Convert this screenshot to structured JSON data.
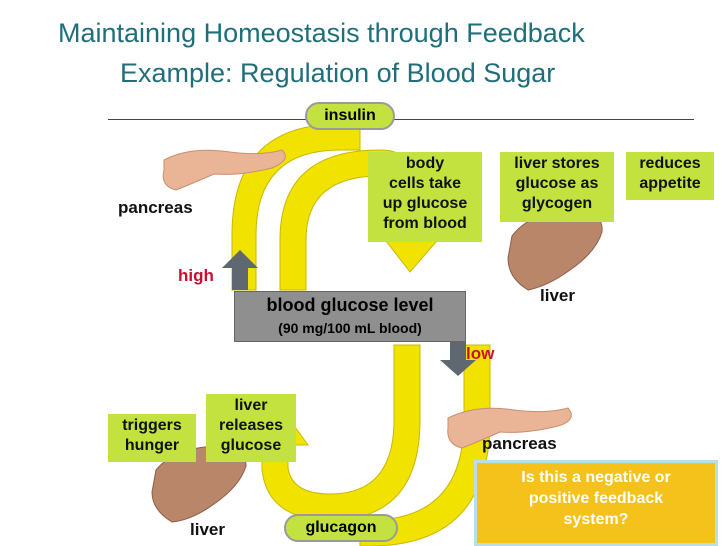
{
  "title": "Maintaining Homeostasis through Feedback",
  "subtitle": "Example: Regulation of Blood Sugar",
  "top_label": "insulin",
  "bottom_label": "glucagon",
  "center": {
    "main": "blood glucose level",
    "sub": "(90 mg/100 mL blood)"
  },
  "high_label": "high",
  "low_label": "low",
  "labels": {
    "pancreas_top": "pancreas",
    "pancreas_bottom": "pancreas",
    "liver_right": "liver",
    "liver_bottom": "liver"
  },
  "boxes": {
    "body_cells": [
      "body",
      "cells take",
      "up glucose",
      "from blood"
    ],
    "liver_stores": [
      "liver stores",
      "glucose as",
      "glycogen"
    ],
    "reduces": [
      "reduces",
      "appetite"
    ],
    "triggers": [
      "triggers",
      "hunger"
    ],
    "liver_releases": [
      "liver",
      "releases",
      "glucose"
    ]
  },
  "question": [
    "Is this a negative or",
    "positive feedback",
    "system?"
  ],
  "colors": {
    "title": "#1f6f7a",
    "arrow": "#f2e200",
    "box": "#c3e23f",
    "high_low": "#c8102e",
    "question_bg": "#f4c21a",
    "organ": "#e9b596",
    "liver": "#b9866a"
  }
}
